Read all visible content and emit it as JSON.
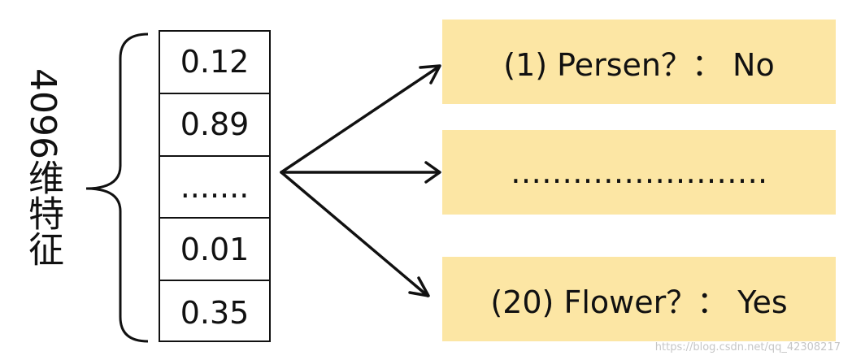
{
  "feature_label": "4096维特征",
  "vector_cells": [
    "0.12",
    "0.89",
    ".......",
    "0.01",
    "0.35"
  ],
  "results": [
    "(1) Persen？： No",
    "…………………….",
    "(20) Flower？： Yes"
  ],
  "watermark": "https://blog.csdn.net/qq_42308217",
  "colors": {
    "box_fill": "#fce6a4",
    "line": "#111111"
  }
}
